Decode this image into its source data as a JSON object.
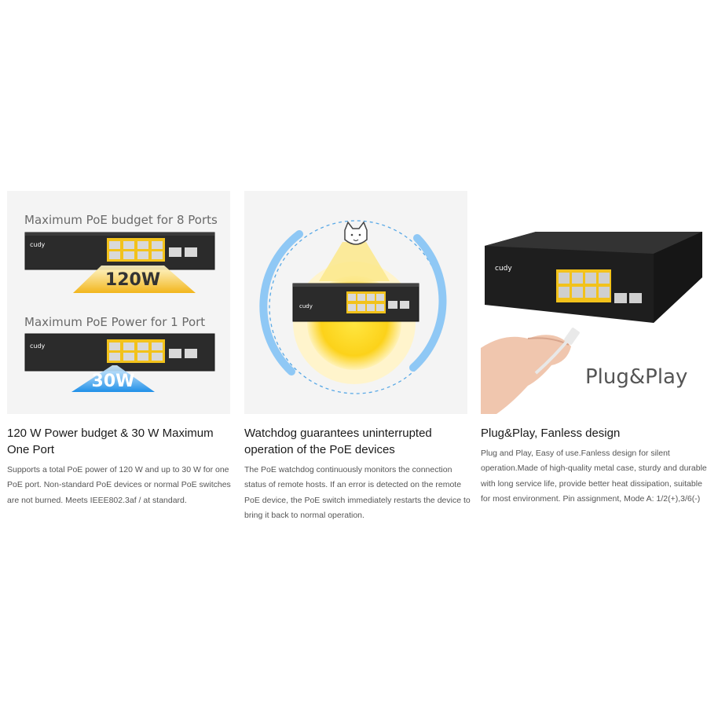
{
  "features": [
    {
      "overlay": {
        "line1_title": "Maximum PoE budget for 8 Ports",
        "line1_value": "120W",
        "line2_title": "Maximum PoE Power for 1 Port",
        "line2_value": "30W",
        "brand": "cudy"
      },
      "title": "120 W Power budget & 30 W Maximum One Port",
      "description": "Supports a total PoE power of 120 W and up to 30 W for one PoE port. Non-standard PoE devices or normal PoE switches are not burned. Meets IEEE802.3af / at standard."
    },
    {
      "overlay": {
        "brand": "cudy"
      },
      "title": "Watchdog guarantees uninterrupted operation of the PoE devices",
      "description": "The PoE watchdog continuously monitors the connection status of remote hosts. If an error is detected on the remote PoE device, the PoE switch immediately restarts the device to bring it back to normal operation."
    },
    {
      "overlay": {
        "brand": "cudy",
        "label": "Plug&Play"
      },
      "title": "Plug&Play, Fanless design",
      "description": "Plug and Play, Easy of use.Fanless design for silent operation.Made of high-quality metal case, sturdy and durable with long service life, provide better heat dissipation, suitable for most environment. Pin assignment, Mode A: 1/2(+),3/6(-)"
    }
  ],
  "colors": {
    "poe_yellow": "#f2c21b",
    "accent_blue": "#1f8fe8",
    "switch_body": "#2a2a2a"
  }
}
